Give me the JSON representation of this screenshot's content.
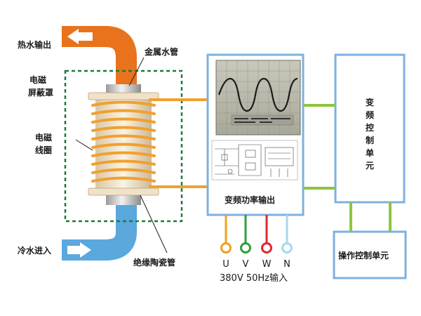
{
  "labels": {
    "hot_water_out": "热水输出",
    "metal_pipe": "金属水管",
    "em_shield_line1": "电磁",
    "em_shield_line2": "屏蔽罩",
    "em_coil_line1": "电磁",
    "em_coil_line2": "线圈",
    "cold_water_in": "冷水进入",
    "ceramic_tube": "绝缘陶瓷管",
    "vf_power_output": "变频功率输出",
    "vf_control_unit": "变频控制单元",
    "operation_control_unit": "操作控制单元",
    "terminal_u": "U",
    "terminal_v": "V",
    "terminal_w": "W",
    "terminal_n": "N",
    "power_input": "380V 50Hz输入"
  },
  "colors": {
    "hot_pipe": "#e8731c",
    "cold_pipe": "#5aa8dc",
    "coil": "#f0a030",
    "shield_border": "#1e7a3a",
    "box_border": "#7fb0dc",
    "green_link": "#8cc63f",
    "orange_link": "#f0a030",
    "terminal_u": "#f0a020",
    "terminal_v": "#2e9e3e",
    "terminal_w": "#e0282d",
    "terminal_n": "#a6d8ee"
  }
}
